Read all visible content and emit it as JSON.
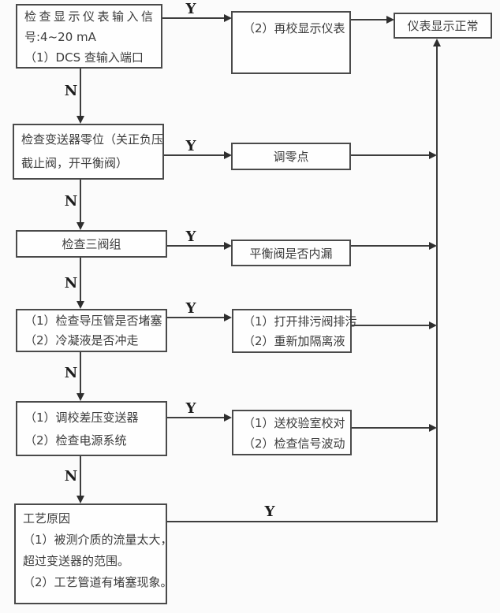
{
  "canvas": {
    "background": "#fbfbfb",
    "line_color": "#3d3d3d",
    "box_border_color": "#4a4a4a",
    "text_color": "#3c3c3c"
  },
  "labels": {
    "yes": "Y",
    "no": "N"
  },
  "nodes": {
    "check_input_signal": {
      "lines": [
        "检查显示仪表输入信",
        "号:4~20 mA",
        "（1）DCS 查输入端口"
      ]
    },
    "recalibrate_display": {
      "lines": [
        "（2）再校显示仪表"
      ]
    },
    "display_normal": {
      "lines": [
        "仪表显示正常"
      ]
    },
    "check_transmitter_zero": {
      "lines": [
        "检查变送器零位（关正负压",
        "截止阀，开平衡阀）"
      ]
    },
    "adjust_zero": {
      "lines": [
        "调零点"
      ]
    },
    "check_three_valve_manifold": {
      "lines": [
        "检查三阀组"
      ]
    },
    "balance_valve_leak": {
      "lines": [
        "平衡阀是否内漏"
      ]
    },
    "check_impulse_lines": {
      "lines": [
        "（1）检查导压管是否堵塞",
        "（2）冷凝液是否冲走"
      ]
    },
    "open_drain_valve": {
      "lines": [
        "（1）打开排污阀排污",
        "（2）重新加隔离液"
      ]
    },
    "calibrate_transmitter": {
      "lines": [
        "（1）调校差压变送器",
        "（2）检查电源系统"
      ]
    },
    "send_to_lab": {
      "lines": [
        "（1）送校验室校对",
        "（2）检查信号波动"
      ]
    },
    "process_cause": {
      "lines": [
        "工艺原因",
        "（1）被测介质的流量太大，",
        "超过变送器的范围。",
        "（2）工艺管道有堵塞现象。"
      ]
    }
  }
}
